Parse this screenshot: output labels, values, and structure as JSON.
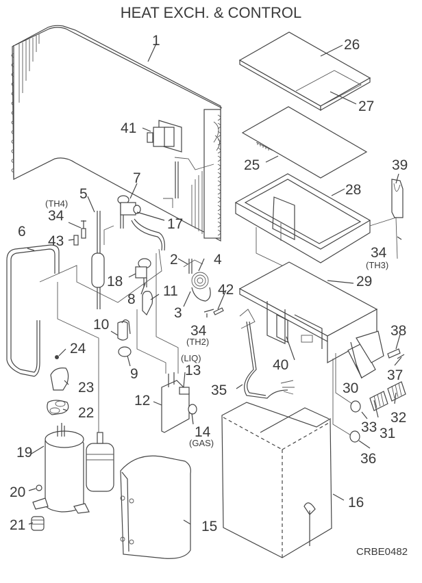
{
  "title": "HEAT EXCH. & CONTROL",
  "drawing_code": "CRBE0482",
  "callouts": [
    {
      "id": "1",
      "label": "1"
    },
    {
      "id": "2",
      "label": "2"
    },
    {
      "id": "3",
      "label": "3"
    },
    {
      "id": "4",
      "label": "4"
    },
    {
      "id": "5",
      "label": "5"
    },
    {
      "id": "6",
      "label": "6"
    },
    {
      "id": "7",
      "label": "7"
    },
    {
      "id": "8",
      "label": "8"
    },
    {
      "id": "9",
      "label": "9"
    },
    {
      "id": "10",
      "label": "10"
    },
    {
      "id": "11",
      "label": "11"
    },
    {
      "id": "12",
      "label": "12"
    },
    {
      "id": "13",
      "label": "13",
      "note": "(LIQ)"
    },
    {
      "id": "14",
      "label": "14",
      "note": "(GAS)"
    },
    {
      "id": "15",
      "label": "15"
    },
    {
      "id": "16",
      "label": "16"
    },
    {
      "id": "17",
      "label": "17"
    },
    {
      "id": "18",
      "label": "18"
    },
    {
      "id": "19",
      "label": "19"
    },
    {
      "id": "20",
      "label": "20"
    },
    {
      "id": "21",
      "label": "21"
    },
    {
      "id": "22",
      "label": "22"
    },
    {
      "id": "23",
      "label": "23"
    },
    {
      "id": "24",
      "label": "24"
    },
    {
      "id": "25",
      "label": "25"
    },
    {
      "id": "26",
      "label": "26"
    },
    {
      "id": "27",
      "label": "27"
    },
    {
      "id": "28",
      "label": "28"
    },
    {
      "id": "29",
      "label": "29"
    },
    {
      "id": "30",
      "label": "30"
    },
    {
      "id": "31",
      "label": "31"
    },
    {
      "id": "32",
      "label": "32"
    },
    {
      "id": "33",
      "label": "33"
    },
    {
      "id": "34-th4",
      "label": "34",
      "note": "(TH4)"
    },
    {
      "id": "34-th3",
      "label": "34",
      "note": "(TH3)"
    },
    {
      "id": "34-th2",
      "label": "34",
      "note": "(TH2)"
    },
    {
      "id": "35",
      "label": "35"
    },
    {
      "id": "36",
      "label": "36"
    },
    {
      "id": "37",
      "label": "37"
    },
    {
      "id": "38",
      "label": "38"
    },
    {
      "id": "39",
      "label": "39"
    },
    {
      "id": "40",
      "label": "40"
    },
    {
      "id": "41",
      "label": "41"
    },
    {
      "id": "42",
      "label": "42"
    },
    {
      "id": "43",
      "label": "43"
    }
  ]
}
